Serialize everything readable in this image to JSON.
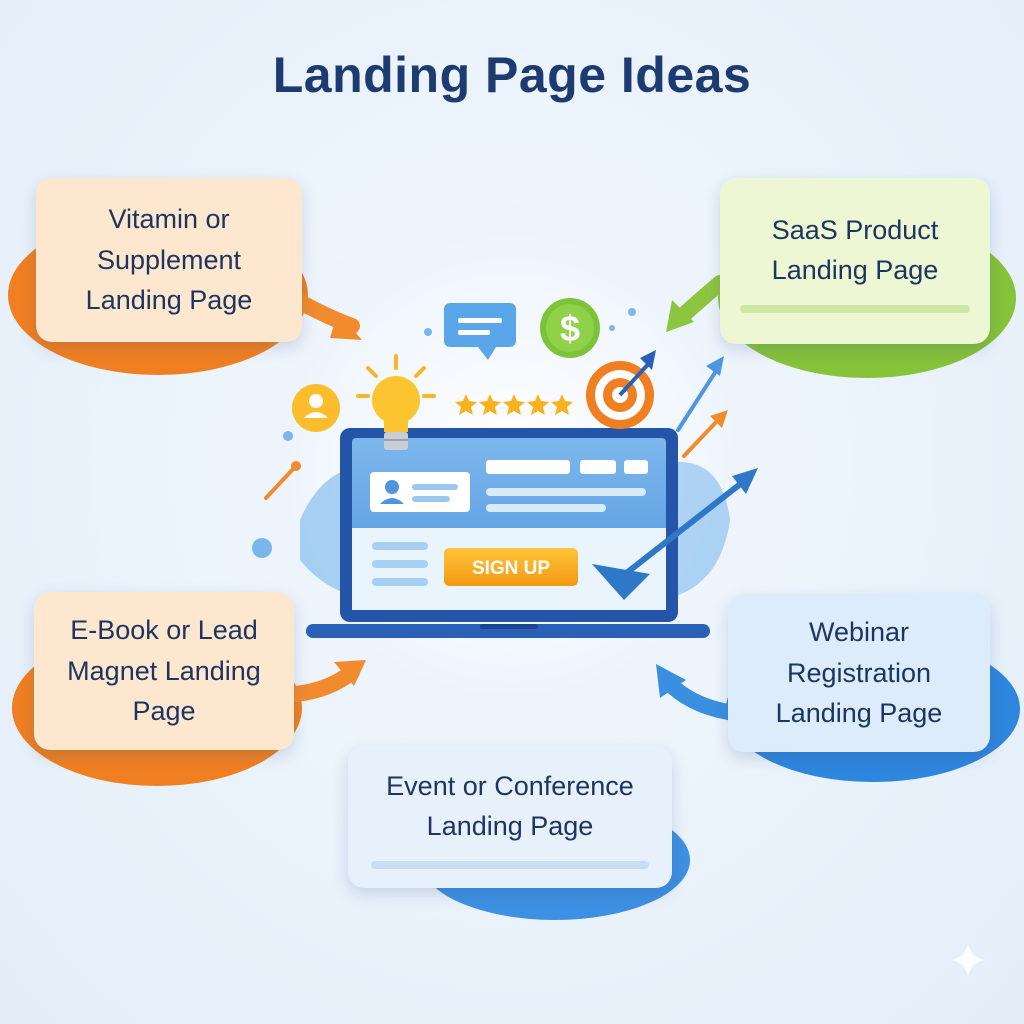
{
  "title": "Landing Page Ideas",
  "ideas": {
    "vitamin": "Vitamin or Supplement Landing Page",
    "saas": "SaaS Product Landing Page",
    "ebook": "E-Book or Lead Magnet Landing Page",
    "webinar": "Webinar Registration Landing Page",
    "event": "Event or Conference Landing Page"
  },
  "laptop": {
    "cta_label": "SIGN UP",
    "currency_symbol": "$"
  },
  "icons": [
    "laptop-icon",
    "lightbulb-icon",
    "chat-bubble-icon",
    "dollar-coin-icon",
    "target-icon",
    "user-avatar-icon",
    "star-rating-icon",
    "growth-arrow-icon",
    "cursor-arrow-icon",
    "sparkle-icon"
  ],
  "colors": {
    "title": "#1d3b70",
    "orange": "#f28a2e",
    "green": "#8cc63f",
    "blue": "#3a8fe0",
    "laptop_frame": "#2455a8",
    "cta": "#f7a51c"
  }
}
